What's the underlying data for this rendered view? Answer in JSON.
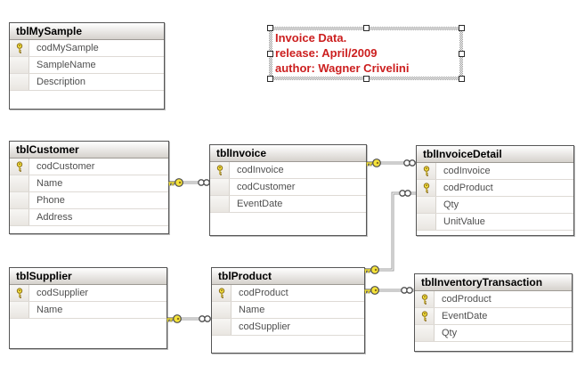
{
  "diagram": {
    "annotation": {
      "lines": [
        "Invoice Data.",
        "release: April/2009",
        "author: Wagner Crivelini"
      ],
      "text_color": "#cc1f1f",
      "selected": true
    },
    "tables": [
      {
        "id": "tblMySample",
        "title": "tblMySample",
        "columns": [
          {
            "name": "codMySample",
            "pk": true
          },
          {
            "name": "SampleName",
            "pk": false
          },
          {
            "name": "Description",
            "pk": false
          }
        ]
      },
      {
        "id": "tblCustomer",
        "title": "tblCustomer",
        "columns": [
          {
            "name": "codCustomer",
            "pk": true
          },
          {
            "name": "Name",
            "pk": false
          },
          {
            "name": "Phone",
            "pk": false
          },
          {
            "name": "Address",
            "pk": false
          }
        ]
      },
      {
        "id": "tblInvoice",
        "title": "tblInvoice",
        "columns": [
          {
            "name": "codInvoice",
            "pk": true
          },
          {
            "name": "codCustomer",
            "pk": false
          },
          {
            "name": "EventDate",
            "pk": false
          }
        ]
      },
      {
        "id": "tblInvoiceDetail",
        "title": "tblInvoiceDetail",
        "columns": [
          {
            "name": "codInvoice",
            "pk": true
          },
          {
            "name": "codProduct",
            "pk": true
          },
          {
            "name": "Qty",
            "pk": false
          },
          {
            "name": "UnitValue",
            "pk": false
          }
        ]
      },
      {
        "id": "tblSupplier",
        "title": "tblSupplier",
        "columns": [
          {
            "name": "codSupplier",
            "pk": true
          },
          {
            "name": "Name",
            "pk": false
          }
        ]
      },
      {
        "id": "tblProduct",
        "title": "tblProduct",
        "columns": [
          {
            "name": "codProduct",
            "pk": true
          },
          {
            "name": "Name",
            "pk": false
          },
          {
            "name": "codSupplier",
            "pk": false
          }
        ]
      },
      {
        "id": "tblInventoryTransaction",
        "title": "tblInventoryTransaction",
        "columns": [
          {
            "name": "codProduct",
            "pk": true
          },
          {
            "name": "EventDate",
            "pk": true
          },
          {
            "name": "Qty",
            "pk": false
          }
        ]
      }
    ],
    "relationships": [
      {
        "id": "rel-customer-invoice",
        "from": "tblCustomer",
        "to": "tblInvoice",
        "one_end_icon": "key-icon",
        "many_end_icon": "infinity-icon"
      },
      {
        "id": "rel-invoice-invoicedetail",
        "from": "tblInvoice",
        "to": "tblInvoiceDetail",
        "one_end_icon": "key-icon",
        "many_end_icon": "infinity-icon"
      },
      {
        "id": "rel-product-invoicedetail",
        "from": "tblProduct",
        "to": "tblInvoiceDetail",
        "one_end_icon": "key-icon",
        "many_end_icon": "infinity-icon"
      },
      {
        "id": "rel-supplier-product",
        "from": "tblSupplier",
        "to": "tblProduct",
        "one_end_icon": "key-icon",
        "many_end_icon": "infinity-icon"
      },
      {
        "id": "rel-product-inventorytransaction",
        "from": "tblProduct",
        "to": "tblInventoryTransaction",
        "one_end_icon": "key-icon",
        "many_end_icon": "infinity-icon"
      }
    ],
    "colors": {
      "canvas_bg": "#ffffff",
      "key_yellow": "#f5e33a",
      "connector_gray": "#9c9c9c",
      "annotation_text": "#cc1f1f"
    }
  }
}
